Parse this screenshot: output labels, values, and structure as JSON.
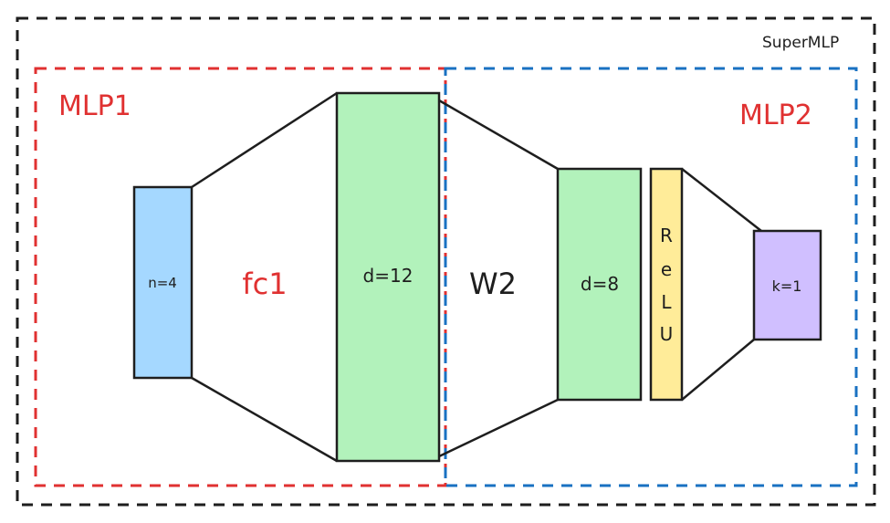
{
  "outer": {
    "label": "SuperMLP",
    "color": "#1e1e1e"
  },
  "mlp1": {
    "label": "MLP1",
    "color": "#e03131"
  },
  "mlp2": {
    "label": "MLP2",
    "color": "#1971c2",
    "label_color": "#e03131"
  },
  "layers": {
    "input": {
      "label": "n=4",
      "fill": "#a5d8ff"
    },
    "hidden1": {
      "label": "d=12",
      "fill": "#b2f2bb"
    },
    "hidden2": {
      "label": "d=8",
      "fill": "#b2f2bb"
    },
    "relu": {
      "letters": [
        "R",
        "e",
        "L",
        "U"
      ],
      "fill": "#ffec99"
    },
    "output": {
      "label": "k=1",
      "fill": "#d0bfff"
    }
  },
  "weights": {
    "fc1": {
      "label": "fc1",
      "color": "#e03131"
    },
    "w2": {
      "label": "W2",
      "color": "#1e1e1e"
    }
  }
}
